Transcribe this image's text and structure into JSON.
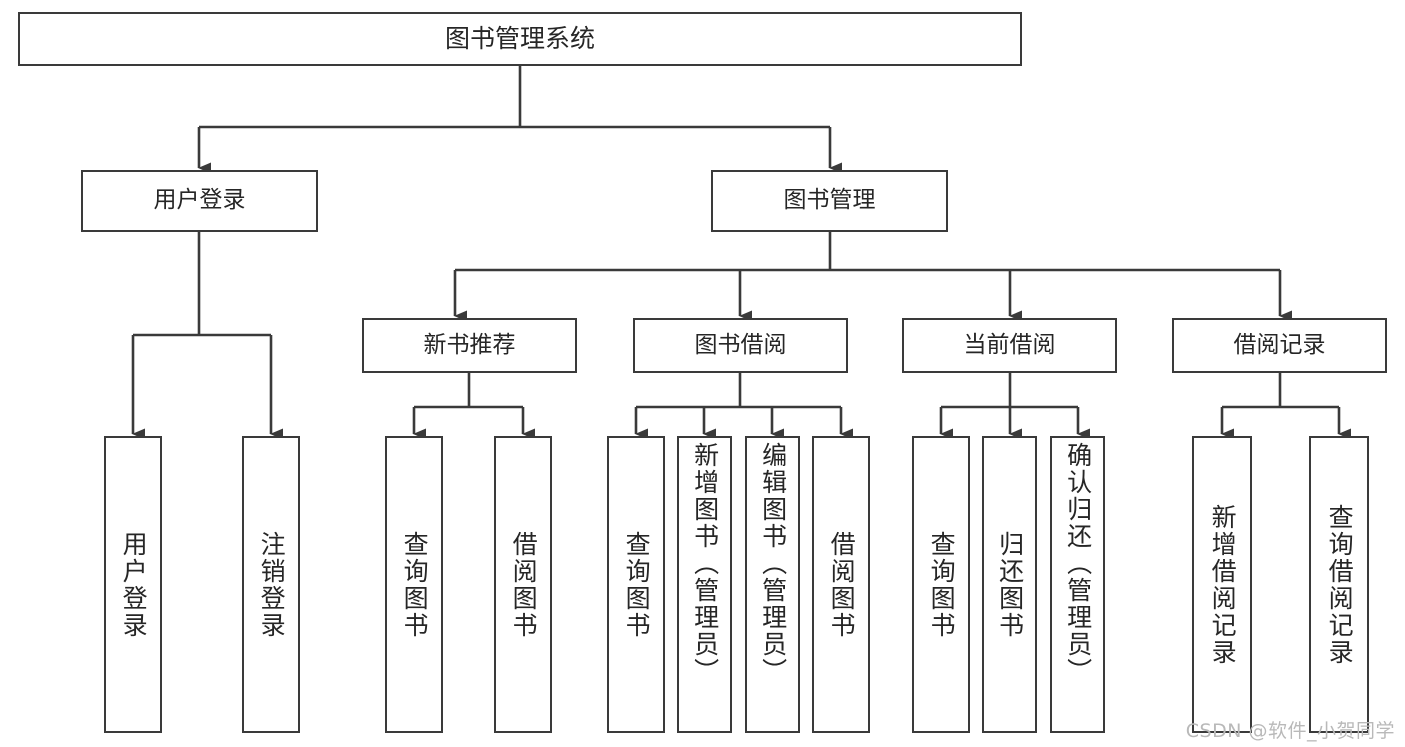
{
  "diagram": {
    "title": "图书管理系统",
    "type": "tree-hierarchy-chart",
    "root": {
      "id": "root",
      "label": "图书管理系统"
    },
    "level1": [
      {
        "id": "login",
        "label": "用户登录"
      },
      {
        "id": "bookmgr",
        "label": "图书管理"
      }
    ],
    "level2": [
      {
        "id": "newbook",
        "label": "新书推荐"
      },
      {
        "id": "borrow",
        "label": "图书借阅"
      },
      {
        "id": "current",
        "label": "当前借阅"
      },
      {
        "id": "record",
        "label": "借阅记录"
      }
    ],
    "leaves": [
      {
        "id": "l1",
        "parent": "login",
        "label": "用户登录"
      },
      {
        "id": "l2",
        "parent": "login",
        "label": "注销登录"
      },
      {
        "id": "l3",
        "parent": "newbook",
        "label": "查询图书"
      },
      {
        "id": "l4",
        "parent": "newbook",
        "label": "借阅图书"
      },
      {
        "id": "l5",
        "parent": "borrow",
        "label": "查询图书"
      },
      {
        "id": "l6",
        "parent": "borrow",
        "label": "新增图书（管理员）"
      },
      {
        "id": "l7",
        "parent": "borrow",
        "label": "编辑图书（管理员）"
      },
      {
        "id": "l8",
        "parent": "borrow",
        "label": "借阅图书"
      },
      {
        "id": "l9",
        "parent": "current",
        "label": "查询图书"
      },
      {
        "id": "l10",
        "parent": "current",
        "label": "归还图书"
      },
      {
        "id": "l11",
        "parent": "current",
        "label": "确认归还（管理员）"
      },
      {
        "id": "l12",
        "parent": "record",
        "label": "新增借阅记录"
      },
      {
        "id": "l13",
        "parent": "record",
        "label": "查询借阅记录"
      }
    ],
    "colors": {
      "box_border": "#3a3a3a",
      "box_fill": "#ffffff",
      "connector": "#3a3a3a",
      "text": "#262626",
      "watermark": "#b9b9b9"
    }
  },
  "watermark": {
    "text": "CSDN @软件_小贺同学"
  }
}
